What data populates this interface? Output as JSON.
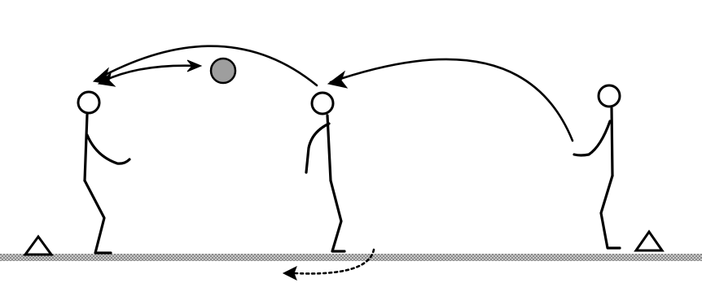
{
  "colors": {
    "background": "#ffffff",
    "ink": "#000000",
    "ground": "#9a9a9a",
    "ball_fill": "#9e9e9e"
  },
  "elements": {
    "players": [
      "left-player",
      "middle-player",
      "right-player"
    ],
    "cones": [
      "left-cone",
      "right-cone"
    ],
    "ball": "ball",
    "passes": [
      "right-to-middle-pass",
      "middle-to-left-pass",
      "left-middle-exchange"
    ],
    "movement": "middle-player-run-back"
  }
}
